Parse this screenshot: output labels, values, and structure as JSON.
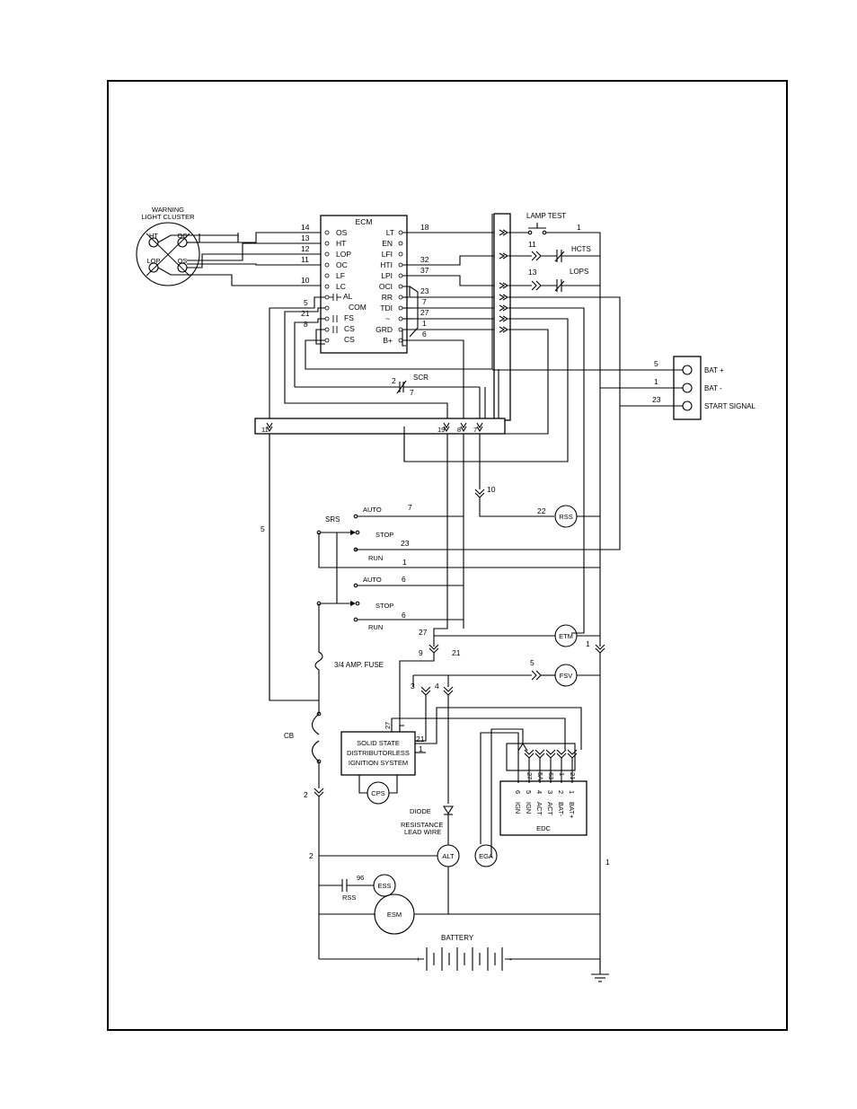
{
  "warning_cluster": {
    "title_line1": "WARNING",
    "title_line2": "LIGHT CLUSTER",
    "lamps": [
      "HT",
      "OC",
      "LOP",
      "OS"
    ]
  },
  "ecm": {
    "title": "ECM",
    "left_pins": [
      "OS",
      "HT",
      "LOP",
      "OC",
      "LF",
      "LC",
      "AL",
      "COM",
      "FS",
      "CS",
      "CS"
    ],
    "right_pins": [
      "LT",
      "EN",
      "LFI",
      "HTI",
      "LPI",
      "OCI",
      "RR",
      "TDI",
      "~",
      "GRD",
      "B+"
    ]
  },
  "wire_numbers": {
    "ecm_left": [
      "14",
      "13",
      "12",
      "11",
      "10",
      "5",
      "21",
      "8"
    ],
    "ecm_right": [
      "18",
      "32",
      "37",
      "23",
      "7",
      "27",
      "1",
      "6"
    ],
    "lamp_test_1": "1",
    "hcts_11": "11",
    "lops_13": "13",
    "scr_2": "2",
    "scr_7": "7",
    "bat_plus_5": "5",
    "bat_minus_1": "1",
    "start_23": "23",
    "conn_11": "11",
    "conn_19": "19",
    "conn_8": "8",
    "conn_7": "7",
    "conn_10": "10",
    "rss_22": "22",
    "auto1_7": "7",
    "srs_5": "5",
    "stop_23": "23",
    "run_1": "1",
    "auto2_6": "6",
    "run2_6": "6",
    "etm_27": "27",
    "conn_9": "9",
    "w21": "21",
    "etm_1": "1",
    "fsv_5": "5",
    "conn_3": "3",
    "conn_4": "4",
    "ign_27": "27",
    "ign_21": "21",
    "ign_1": "1",
    "cb_2": "2",
    "alt_2": "2",
    "ess_96": "96",
    "right_1": "1",
    "edc_pins": [
      "27",
      "5A",
      "63",
      "1",
      "21"
    ],
    "edc_pin_numbers": [
      "6",
      "5",
      "4",
      "3",
      "2",
      "1"
    ]
  },
  "labels": {
    "lamp_test": "LAMP TEST",
    "hcts": "HCTS",
    "lops": "LOPS",
    "scr": "SCR",
    "bat_plus": "BAT +",
    "bat_minus": "BAT -",
    "start_signal": "START SIGNAL",
    "rss": "RSS",
    "auto": "AUTO",
    "srs": "SRS",
    "stop": "STOP",
    "run": "RUN",
    "etm": "ETM",
    "fsv": "FSV",
    "fuse": "3/4 AMP. FUSE",
    "cb": "CB",
    "ignition_1": "SOLID STATE",
    "ignition_2": "DISTRIBUTORLESS",
    "ignition_3": "IGNITION SYSTEM",
    "cps": "CPS",
    "diode": "DIODE",
    "resistance_1": "RESISTANCE",
    "resistance_2": "LEAD WIRE",
    "alt": "ALT",
    "ega": "EGA",
    "edc": "EDC",
    "edc_sigs": [
      "IGN",
      "IGN",
      "ACT",
      "ACT",
      "BAT-",
      "BAT+"
    ],
    "ess": "ESS",
    "rss_bottom": "RSS",
    "esm": "ESM",
    "battery": "BATTERY",
    "plus": "+",
    "minus": "-"
  }
}
